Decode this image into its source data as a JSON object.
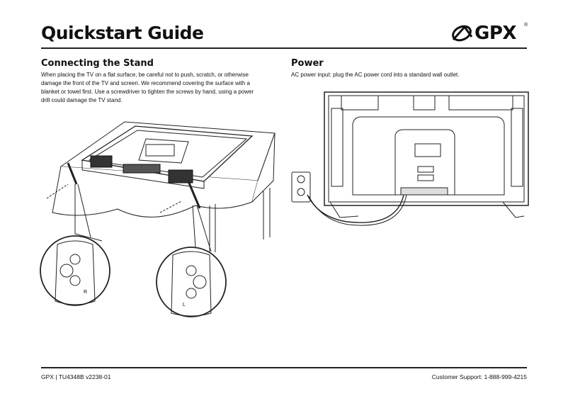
{
  "header": {
    "title": "Quickstart Guide",
    "logo_text": "GPX",
    "logo_mark": "®"
  },
  "sections": {
    "stand": {
      "heading": "Connecting the Stand",
      "lines": [
        "When placing the TV on a flat surface, be careful not to push, scratch, or otherwise",
        "damage the front of the TV and screen. We recommend covering the surface with a",
        "blanket or towel first. Use a screwdriver to tighten the screws by hand, using a power",
        "drill could damage the TV stand."
      ],
      "label_right": "R",
      "label_left": "L"
    },
    "power": {
      "heading": "Power",
      "text": "AC power input: plug the AC power cord into a standard wall outlet."
    }
  },
  "footer": {
    "left": "GPX  |  TU4348B v2238-01",
    "right": "Customer Support: 1-888-999-4215"
  }
}
